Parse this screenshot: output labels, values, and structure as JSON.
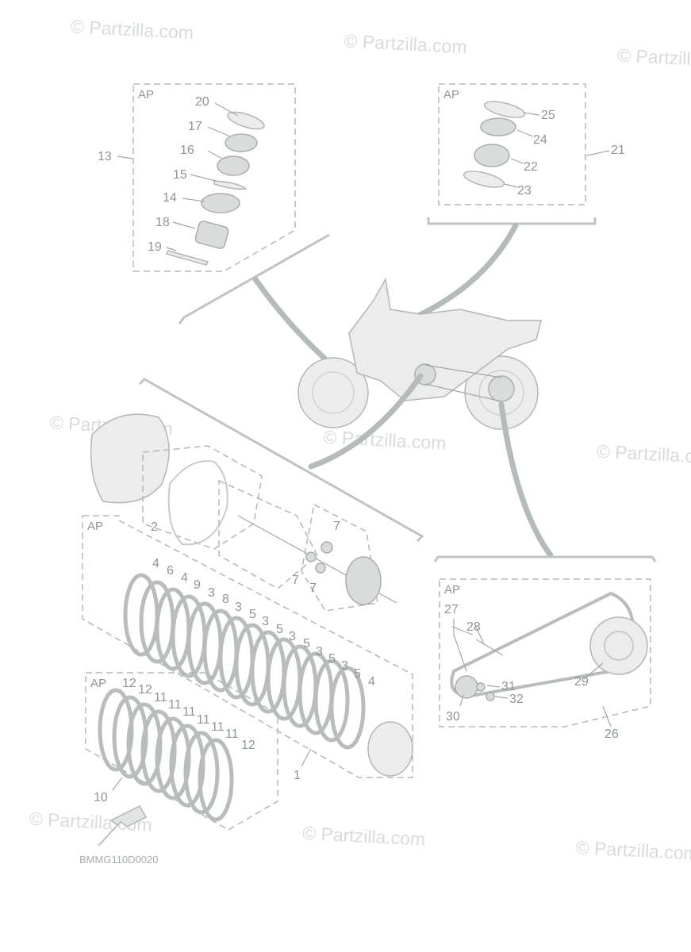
{
  "watermark": {
    "text": "© Partzilla.com"
  },
  "diagram_code": "BMMG110D0020",
  "box_labels": {
    "top_left": "AP",
    "top_right": "AP",
    "clutch": "AP",
    "plates": "AP",
    "chain": "AP"
  },
  "callouts": {
    "c1": "1",
    "c2": "2",
    "c3": "3",
    "c4": "4",
    "c5": "5",
    "c6": "6",
    "c7": "7",
    "c8": "8",
    "c9": "9",
    "c10": "10",
    "c11": "11",
    "c12": "12",
    "c13": "13",
    "c14": "14",
    "c15": "15",
    "c16": "16",
    "c17": "17",
    "c18": "18",
    "c19": "19",
    "c20": "20",
    "c21": "21",
    "c22": "22",
    "c23": "23",
    "c24": "24",
    "c25": "25",
    "c26": "26",
    "c27": "27",
    "c28": "28",
    "c29": "29",
    "c30": "30",
    "c31": "31",
    "c32": "32"
  },
  "colors": {
    "line": "#b3b8b5",
    "text": "#8e9690",
    "watermark": "#d7dcd9"
  },
  "icons": {
    "front_arrow": "front-direction-arrow-icon"
  }
}
